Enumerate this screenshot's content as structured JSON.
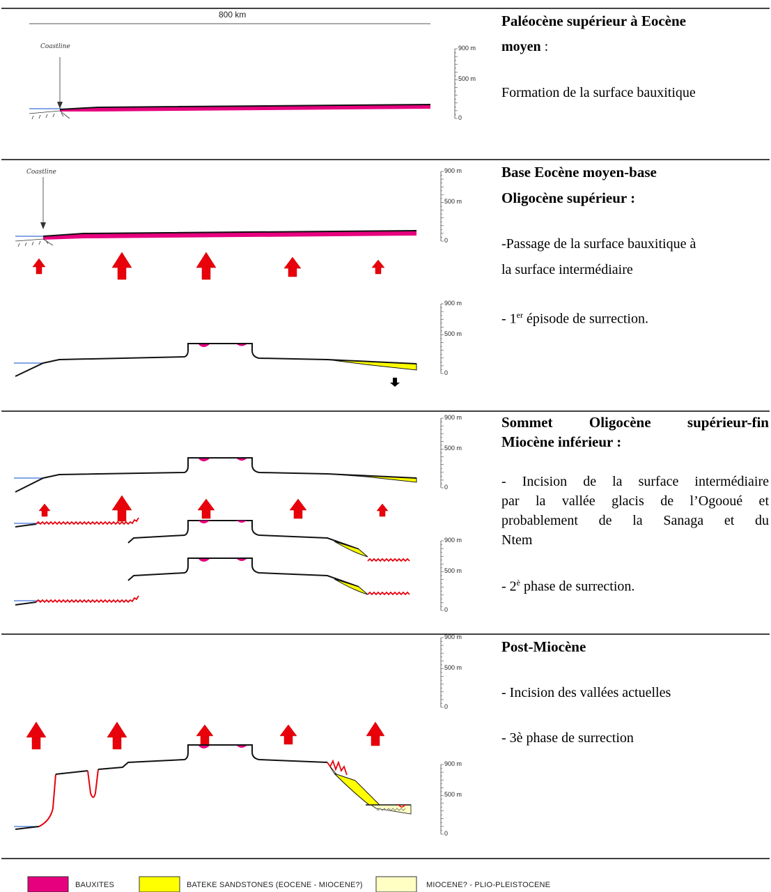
{
  "scale_bar": {
    "label": "800 km"
  },
  "coastline_label": "Coastline",
  "vertical_scale": {
    "top": "900 m",
    "mid": "500 m",
    "bottom": "0"
  },
  "panels": [
    {
      "title_line1": "Paléocène supérieur à Eocène",
      "title_line2": "moyen",
      "title_suffix": " :",
      "items": [
        "Formation de la surface bauxitique"
      ]
    },
    {
      "title_line1": "Base Eocène moyen-base",
      "title_line2": "Oligocène supérieur :",
      "items": [
        "-Passage de la surface bauxitique à",
        "la surface intermédiaire",
        "- 1",
        "er",
        " épisode de surrection."
      ]
    },
    {
      "title_line1": "Sommet Oligocène supérieur-fin",
      "title_line2": "Miocène inférieur :",
      "items": [
        "- Incision de la surface intermédiaire",
        "par la vallée glacis de l’Ogooué et",
        "probablement de la Sanaga et du",
        "Ntem",
        "- 2",
        "è",
        " phase de surrection."
      ]
    },
    {
      "title_line1": "Post-Miocène",
      "items": [
        "- Incision des vallées actuelles",
        "- 3è phase de surrection"
      ]
    }
  ],
  "legend": [
    {
      "label": "BAUXITES",
      "color": "#e6007e"
    },
    {
      "label": "BATEKE SANDSTONES (EOCENE - MIOCENE?)",
      "color": "#ffff00"
    },
    {
      "label": "MIOCENE? - PLIO-PLEISTOCENE",
      "color": "#ffffc4"
    }
  ],
  "colors": {
    "bauxite": "#e6007e",
    "sandstone": "#ffff00",
    "plio": "#ffffc4",
    "arrow": "#e8000b",
    "incision": "#e8000b",
    "sea": "#3a6fd8"
  }
}
